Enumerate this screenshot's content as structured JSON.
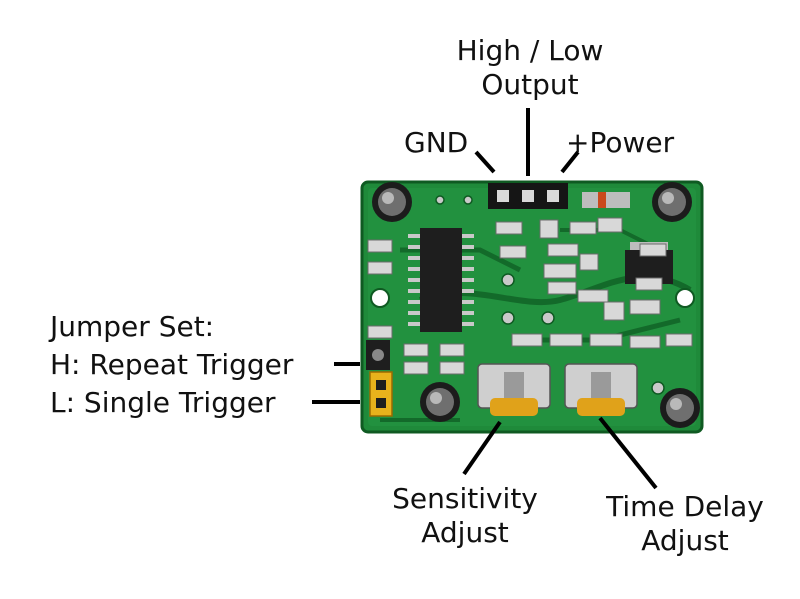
{
  "labels": {
    "high_low_output": [
      "High / Low",
      "Output"
    ],
    "gnd": "GND",
    "power": "+Power",
    "jumper": [
      "Jumper Set:",
      "H: Repeat Trigger",
      "L: Single Trigger"
    ],
    "sensitivity": [
      "Sensitivity",
      "Adjust"
    ],
    "time_delay": [
      "Time Delay",
      "Adjust"
    ]
  },
  "colors": {
    "pcb": "#1f8a3a",
    "pcb_dark": "#136a2a",
    "text": "#111111",
    "leader": "#000000",
    "potentiometer": "#e0a21a",
    "jumper": "#e8b21c"
  }
}
